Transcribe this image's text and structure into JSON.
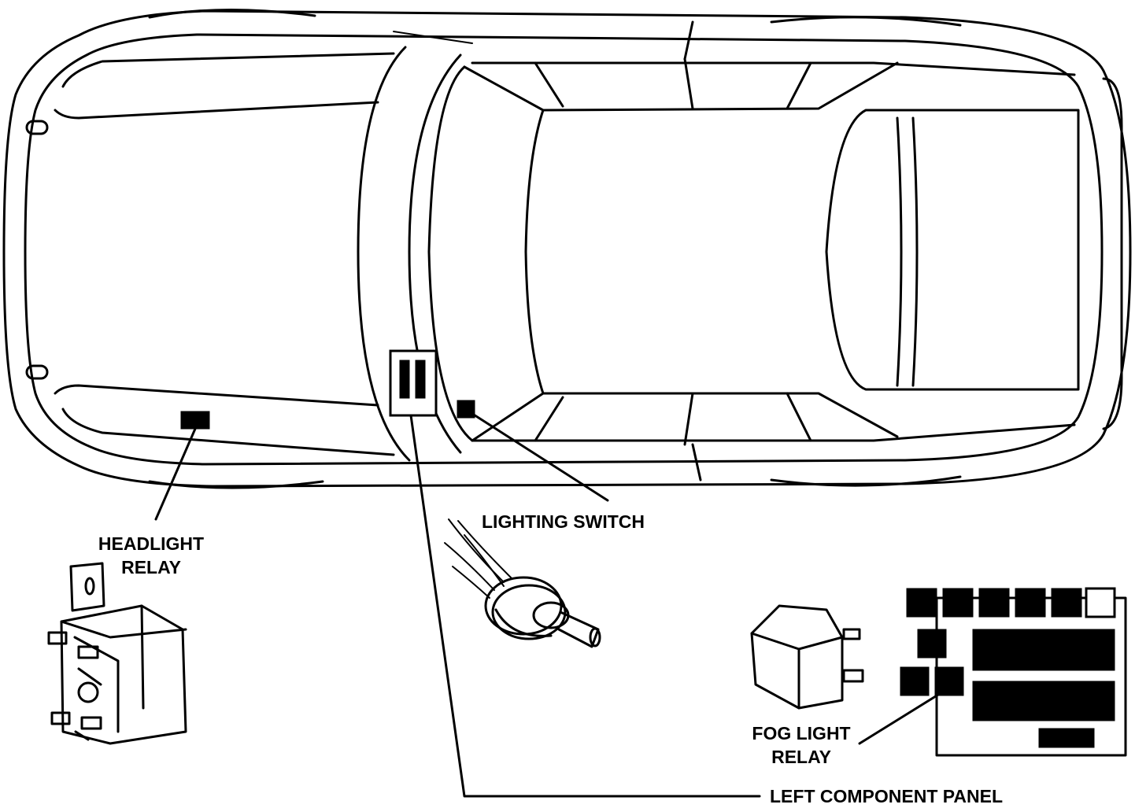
{
  "labels": {
    "headlight_relay": [
      "HEADLIGHT",
      "RELAY"
    ],
    "lighting_switch": "LIGHTING SWITCH",
    "fog_light_relay": [
      "FOG LIGHT",
      "RELAY"
    ],
    "left_component_panel": "LEFT COMPONENT PANEL"
  },
  "colors": {
    "ink": "#000000",
    "background": "#ffffff"
  }
}
